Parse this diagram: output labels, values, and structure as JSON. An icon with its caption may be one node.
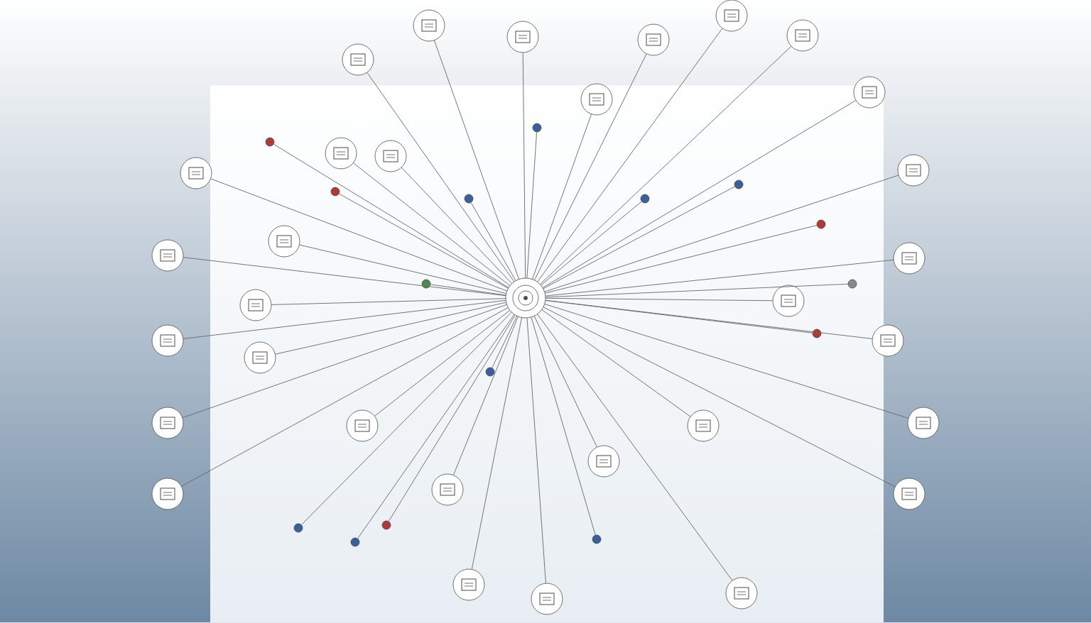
{
  "diagram": {
    "nodes": [
      {
        "text": [],
        "shape": "circle"
      },
      {
        "text": [],
        "shape": "circle"
      },
      {
        "text": [],
        "shape": "circle"
      },
      {
        "text": [],
        "shape": "circle"
      },
      {
        "text": [],
        "shape": "circle"
      },
      {
        "text": [],
        "shape": "circle"
      },
      {
        "text": [],
        "shape": "circle"
      },
      {
        "text": [],
        "shape": "circle"
      },
      {
        "text": [],
        "shape": "circle"
      },
      {
        "text": [],
        "shape": "circle"
      },
      {
        "text": [],
        "shape": "circle"
      },
      {
        "text": [],
        "shape": "circle"
      },
      {
        "text": [],
        "shape": "circle"
      },
      {
        "text": [],
        "shape": "circle"
      },
      {
        "text": [],
        "shape": "circle"
      },
      {
        "text": [],
        "shape": "circle"
      },
      {
        "text": [],
        "shape": "circle"
      },
      {
        "text": [],
        "shape": "circle"
      },
      {
        "text": [],
        "shape": "circle"
      },
      {
        "text": [],
        "shape": "circle"
      },
      {
        "text": [],
        "shape": "circle"
      },
      {
        "text": [],
        "shape": "circle"
      },
      {
        "text": [],
        "shape": "circle"
      },
      {
        "text": [],
        "shape": "circle"
      },
      {
        "text": [],
        "shape": "circle"
      },
      {
        "text": [],
        "shape": "circle"
      },
      {
        "text": [],
        "shape": "circle"
      },
      {
        "text": [],
        "shape": "circle"
      },
      {
        "text": [],
        "shape": "circle"
      },
      {
        "text": [],
        "shape": "circle"
      },
      {
        "text": [],
        "shape": "circle"
      },
      {
        "text": [],
        "shape": "circle"
      },
      {
        "text": [],
        "shape": "circle"
      },
      {
        "text": [],
        "shape": "circle"
      },
      {
        "text": [],
        "shape": "circle"
      },
      {
        "text": [],
        "shape": "circle"
      },
      {
        "text": [],
        "shape": "circle"
      },
      {
        "text": [],
        "shape": "circle"
      },
      {
        "text": [],
        "shape": "circle"
      },
      {
        "text": [],
        "shape": "circle"
      },
      {
        "text": [],
        "shape": "circle"
      },
      {
        "text": [],
        "shape": "circle"
      },
      {
        "text": [],
        "shape": "circle"
      },
      {
        "text": [],
        "shape": "circle"
      },
      {
        "text": [],
        "shape": "circle"
      },
      {
        "text": [],
        "shape": "circle"
      },
      {
        "text": [],
        "shape": "circle"
      }
    ],
    "edges": [
      {
        "from": 0,
        "to": 1,
        "arrow": "none"
      },
      {
        "from": 0,
        "to": 2,
        "arrow": "none"
      },
      {
        "from": 0,
        "to": 3,
        "arrow": "none"
      },
      {
        "from": 0,
        "to": 4,
        "arrow": "none"
      },
      {
        "from": 0,
        "to": 5,
        "arrow": "none"
      },
      {
        "from": 0,
        "to": 6,
        "arrow": "none"
      },
      {
        "from": 0,
        "to": 7,
        "arrow": "none"
      },
      {
        "from": 0,
        "to": 8,
        "arrow": "none"
      },
      {
        "from": 0,
        "to": 9,
        "arrow": "none"
      },
      {
        "from": 0,
        "to": 10,
        "arrow": "none"
      },
      {
        "from": 0,
        "to": 11,
        "arrow": "none"
      },
      {
        "from": 0,
        "to": 12,
        "arrow": "none"
      },
      {
        "from": 0,
        "to": 13,
        "arrow": "none"
      },
      {
        "from": 0,
        "to": 14,
        "arrow": "none"
      },
      {
        "from": 0,
        "to": 15,
        "arrow": "none"
      },
      {
        "from": 0,
        "to": 16,
        "arrow": "none"
      },
      {
        "from": 0,
        "to": 17,
        "arrow": "none"
      },
      {
        "from": 0,
        "to": 18,
        "arrow": "none"
      },
      {
        "from": 0,
        "to": 19,
        "arrow": "none"
      },
      {
        "from": 0,
        "to": 20,
        "arrow": "none"
      },
      {
        "from": 0,
        "to": 21,
        "arrow": "none"
      },
      {
        "from": 0,
        "to": 22,
        "arrow": "none"
      },
      {
        "from": 0,
        "to": 23,
        "arrow": "none"
      },
      {
        "from": 0,
        "to": 24,
        "arrow": "none"
      },
      {
        "from": 0,
        "to": 25,
        "arrow": "none"
      },
      {
        "from": 0,
        "to": 26,
        "arrow": "none"
      },
      {
        "from": 0,
        "to": 27,
        "arrow": "none"
      },
      {
        "from": 0,
        "to": 28,
        "arrow": "none"
      },
      {
        "from": 0,
        "to": 29,
        "arrow": "none"
      },
      {
        "from": 0,
        "to": 30,
        "arrow": "none"
      },
      {
        "from": 0,
        "to": 31,
        "arrow": "none"
      },
      {
        "from": 0,
        "to": 32,
        "arrow": "none"
      },
      {
        "from": 0,
        "to": 33,
        "arrow": "none"
      },
      {
        "from": 0,
        "to": 34,
        "arrow": "none"
      },
      {
        "from": 0,
        "to": 35,
        "arrow": "none"
      },
      {
        "from": 0,
        "to": 36,
        "arrow": "none"
      },
      {
        "from": 0,
        "to": 37,
        "arrow": "none"
      },
      {
        "from": 0,
        "to": 38,
        "arrow": "none"
      },
      {
        "from": 0,
        "to": 39,
        "arrow": "none"
      },
      {
        "from": 0,
        "to": 40,
        "arrow": "none"
      },
      {
        "from": 0,
        "to": 41,
        "arrow": "none"
      },
      {
        "from": 0,
        "to": 42,
        "arrow": "none"
      },
      {
        "from": 0,
        "to": 43,
        "arrow": "none"
      },
      {
        "from": 0,
        "to": 44,
        "arrow": "none"
      },
      {
        "from": 0,
        "to": 45,
        "arrow": "none"
      },
      {
        "from": 0,
        "to": 46,
        "arrow": "none"
      }
    ]
  }
}
